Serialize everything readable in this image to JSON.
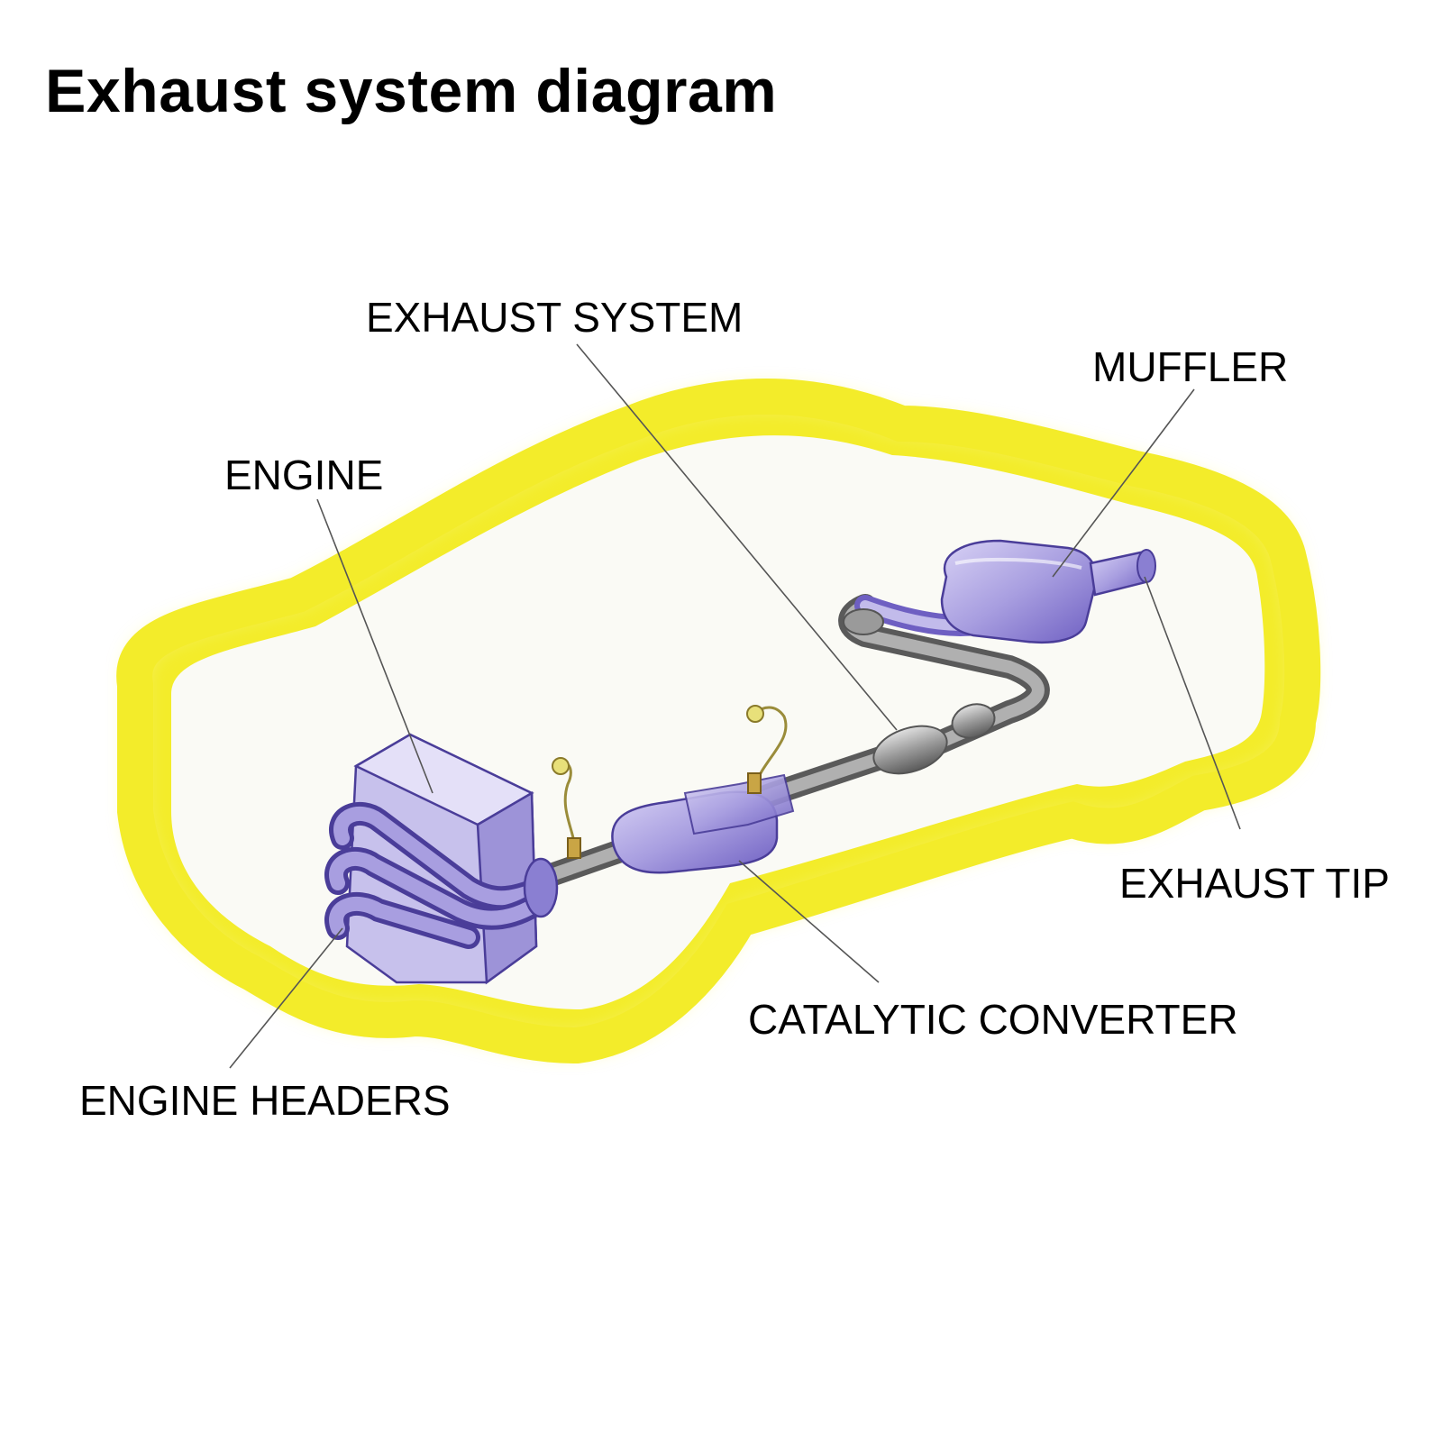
{
  "title": "Exhaust system diagram",
  "colors": {
    "car_glow": "#f3ec2a",
    "car_interior": "#fafaf5",
    "component_fill": "#a89ee0",
    "component_dark": "#6e5fc2",
    "pipe_gray": "#8c8c8c",
    "label_text": "#000000",
    "leader_line": "#555555"
  },
  "labels": {
    "exhaust_system": "EXHAUST SYSTEM",
    "muffler": "MUFFLER",
    "engine": "ENGINE",
    "exhaust_tip": "EXHAUST TIP",
    "catalytic_converter": "CATALYTIC CONVERTER",
    "engine_headers": "ENGINE HEADERS"
  }
}
